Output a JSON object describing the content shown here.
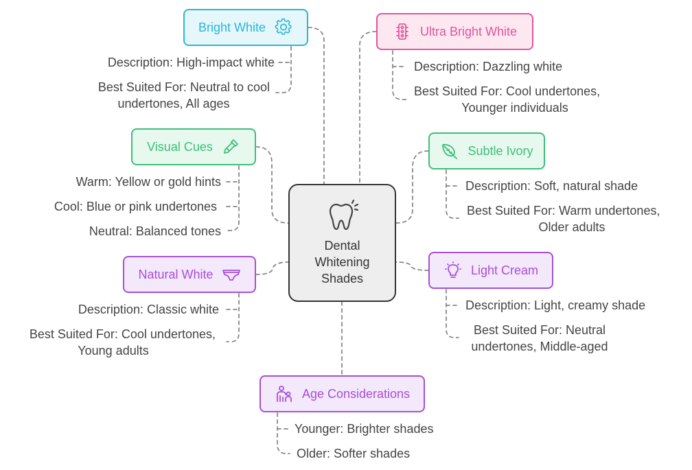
{
  "center": {
    "line1": "Dental",
    "line2": "Whitening",
    "line3": "Shades",
    "icon": "tooth-icon"
  },
  "branches": {
    "bright_white": {
      "label": "Bright White",
      "icon": "gear-icon",
      "color": "#29b6d6",
      "fill": "#e6f7fb",
      "items": [
        "Description: High-impact white",
        "Best Suited For: Neutral to cool",
        "undertones, All ages"
      ]
    },
    "ultra_bright_white": {
      "label": "Ultra Bright White",
      "icon": "traffic-light-icon",
      "color": "#e0559a",
      "fill": "#fde8f2",
      "items": [
        "Description: Dazzling white",
        "Best Suited For: Cool undertones,",
        "Younger individuals"
      ]
    },
    "visual_cues": {
      "label": "Visual Cues",
      "icon": "dropper-icon",
      "color": "#3cbf7a",
      "fill": "#e7f8ee",
      "items": [
        "Warm: Yellow or gold hints",
        "Cool: Blue or pink undertones",
        "Neutral: Balanced tones"
      ]
    },
    "subtle_ivory": {
      "label": "Subtle Ivory",
      "icon": "leaf-icon",
      "color": "#3cbf7a",
      "fill": "#e7f8ee",
      "items": [
        "Description: Soft, natural shade",
        "Best Suited For: Warm undertones,",
        "Older adults"
      ]
    },
    "natural_white": {
      "label": "Natural White",
      "icon": "underwear-icon",
      "color": "#a64fd6",
      "fill": "#f4e8fb",
      "items": [
        "Description: Classic white",
        "Best Suited For: Cool undertones,",
        "Young adults"
      ]
    },
    "light_cream": {
      "label": "Light Cream",
      "icon": "lightbulb-icon",
      "color": "#a64fd6",
      "fill": "#f4e8fb",
      "items": [
        "Description: Light, creamy shade",
        "Best Suited For: Neutral",
        "undertones, Middle-aged"
      ]
    },
    "age_considerations": {
      "label": "Age Considerations",
      "icon": "family-icon",
      "color": "#a64fd6",
      "fill": "#f4e8fb",
      "items": [
        "Younger: Brighter shades",
        "Older: Softer shades"
      ]
    }
  }
}
